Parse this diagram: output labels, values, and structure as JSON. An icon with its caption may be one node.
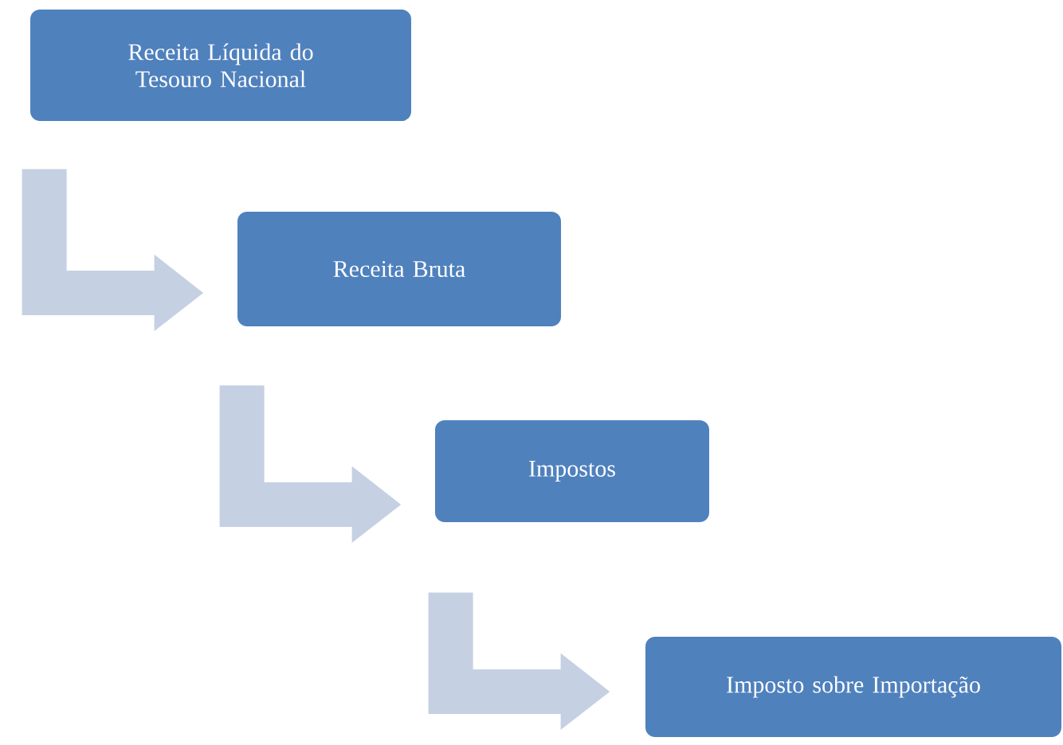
{
  "diagram": {
    "nodes": [
      {
        "text": [
          "Receita Líquida do Tesouro Nacional"
        ]
      },
      {
        "text": [
          "Receita Bruta"
        ]
      },
      {
        "text": [
          "Impostos"
        ]
      },
      {
        "text": [
          "Imposto sobre Importação"
        ]
      }
    ],
    "edges": [
      {
        "from": 0,
        "to": 1,
        "arrow": "to"
      },
      {
        "from": 1,
        "to": 2,
        "arrow": "to"
      },
      {
        "from": 2,
        "to": 3,
        "arrow": "to"
      }
    ]
  }
}
